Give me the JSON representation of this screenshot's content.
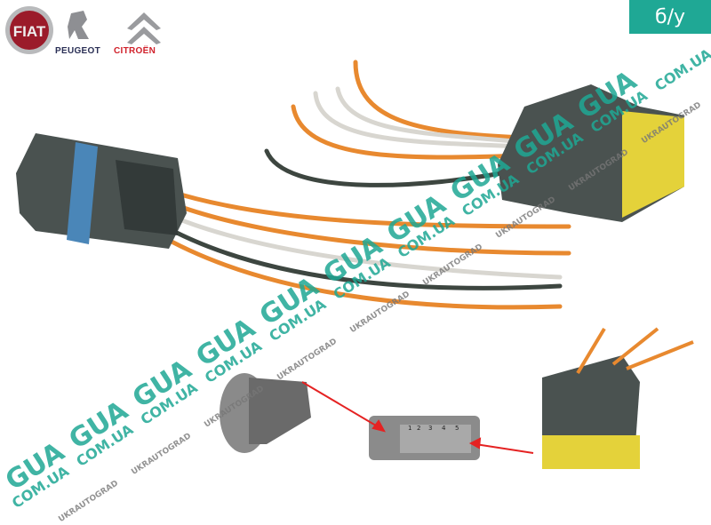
{
  "badge": {
    "label": "б/у",
    "color": "#1fa895"
  },
  "logos": {
    "fiat": "FIAT",
    "peugeot": "PEUGEOT",
    "citroen": "CITROËN"
  },
  "watermark": {
    "primary": "GUA",
    "secondary": "COM.UA",
    "tertiary": "UKRAUTOGRAD"
  },
  "inset": {
    "pin_numbers": [
      "1",
      "2",
      "3",
      "4",
      "5"
    ]
  },
  "colors": {
    "wire_orange": "#e8892f",
    "wire_white": "#d8d6d0",
    "wire_dark": "#3d4640",
    "connector": "#4a5250",
    "insert_yellow": "#e4d23a",
    "seal_blue": "#4a86b8",
    "arrow": "#e52222"
  }
}
